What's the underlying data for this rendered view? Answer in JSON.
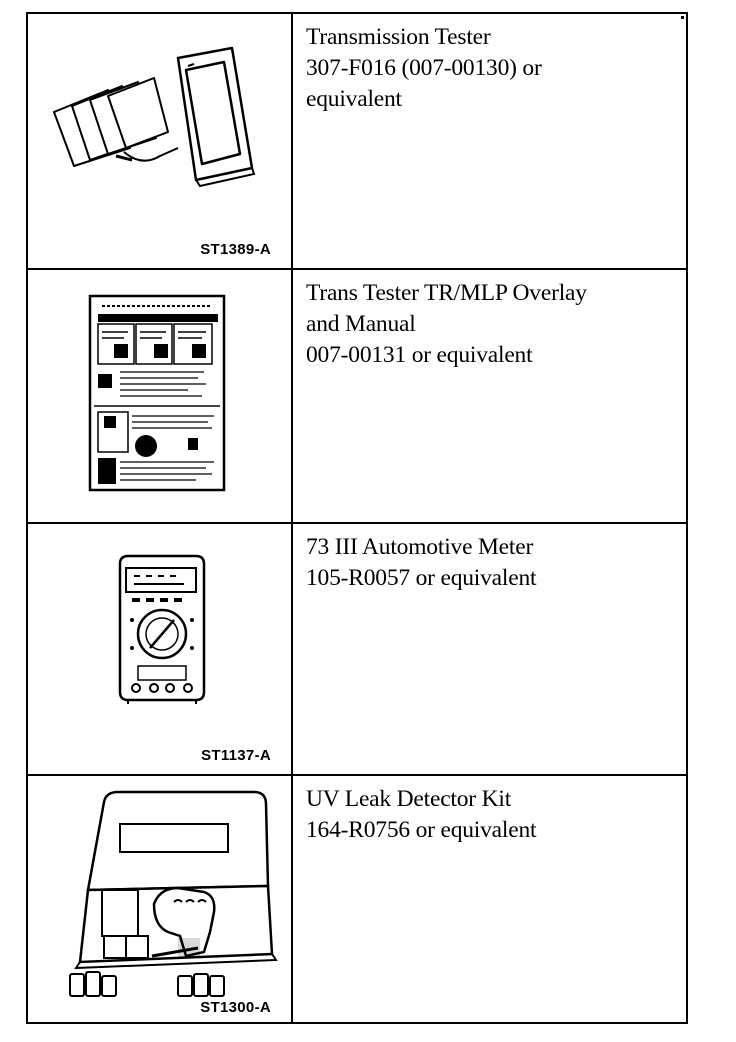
{
  "rows": [
    {
      "name": "transmission-tester",
      "icon": "transmission-tester-illustration",
      "figure_code": "ST1389-A",
      "lines": [
        "Transmission Tester",
        "307-F016 (007-00130) or",
        "equivalent"
      ]
    },
    {
      "name": "tr-mlp-overlay",
      "icon": "overlay-manual-illustration",
      "figure_code": "",
      "lines": [
        "Trans Tester TR/MLP Overlay",
        "and Manual",
        "007-00131 or equivalent"
      ]
    },
    {
      "name": "automotive-meter",
      "icon": "multimeter-illustration",
      "figure_code": "ST1137-A",
      "lines": [
        "73 III Automotive Meter",
        "105-R0057 or equivalent"
      ]
    },
    {
      "name": "uv-leak-detector",
      "icon": "uv-leak-detector-kit-illustration",
      "figure_code": "ST1300-A",
      "lines": [
        "UV Leak Detector Kit",
        "164-R0756 or equivalent"
      ]
    }
  ]
}
